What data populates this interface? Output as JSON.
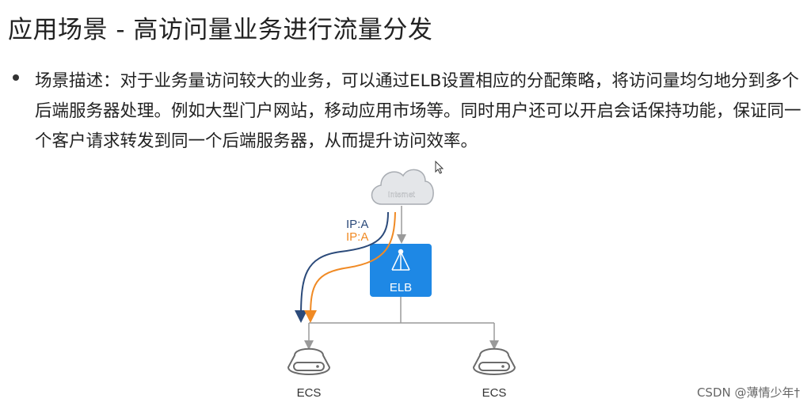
{
  "slide": {
    "title": "应用场景 - 高访问量业务进行流量分发",
    "bullet": {
      "label": "场景描述：",
      "text": "对于业务量访问较大的业务，可以通过ELB设置相应的分配策略，将访问量均匀地分到多个后端服务器处理。例如大型门户网站，移动应用市场等。同时用户还可以开启会话保持功能，保证同一个客户请求转发到同一个后端服务器，从而提升访问效率。"
    }
  },
  "diagram": {
    "cloud_label": "Internet",
    "elb_label": "ELB",
    "ip_labels": [
      "IP:A",
      "IP:A"
    ],
    "ecs_labels": [
      "ECS",
      "ECS"
    ],
    "colors": {
      "elb_fill": "#1e88e5",
      "cloud_fill": "#e8eaed",
      "path_navy": "#2b4a7a",
      "path_orange": "#f08a24",
      "line_gray": "#9a9a9a"
    }
  },
  "watermark": "CSDN @薄情少年†"
}
